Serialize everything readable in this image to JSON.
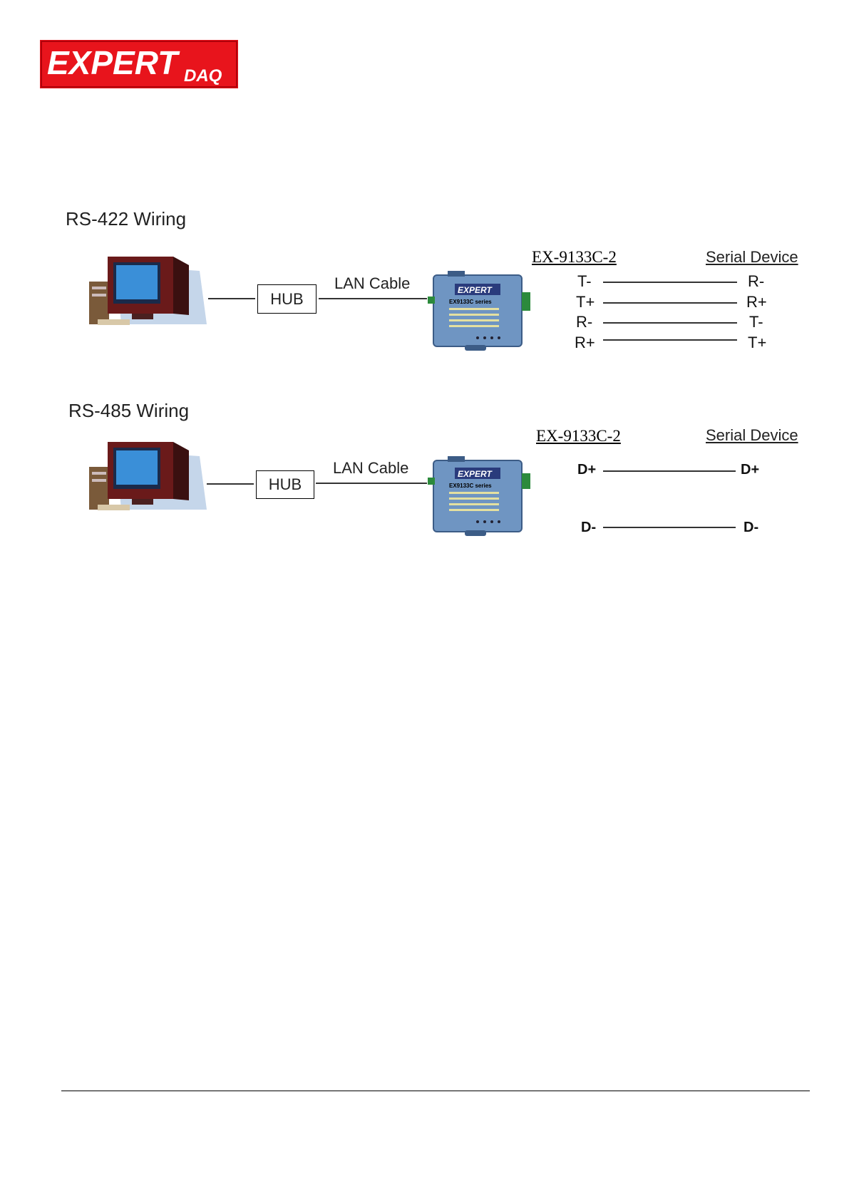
{
  "logo": {
    "text_main": "EXPERT",
    "text_sub": "DAQ"
  },
  "sections": [
    {
      "title": "RS-422 Wiring",
      "hub_label": "HUB",
      "cable_label": "LAN Cable",
      "device_label": "EX-9133C-2",
      "serial_label": "Serial Device",
      "device_series": "EX9133C series",
      "device_brand": "EXPERT",
      "pins_left": [
        "T-",
        "T+",
        "R-",
        "R+"
      ],
      "pins_right": [
        "R-",
        "R+",
        "T-",
        "T+"
      ]
    },
    {
      "title": "RS-485 Wiring",
      "hub_label": "HUB",
      "cable_label": "LAN Cable",
      "device_label": "EX-9133C-2",
      "serial_label": "Serial Device",
      "device_series": "EX9133C series",
      "device_brand": "EXPERT",
      "pins_left": [
        "D+",
        "D-"
      ],
      "pins_right": [
        "D+",
        "D-"
      ]
    }
  ],
  "colors": {
    "logo_red": "#e8141c",
    "device_blue": "#6f95c2",
    "monitor_screen": "#3a8fd8"
  }
}
